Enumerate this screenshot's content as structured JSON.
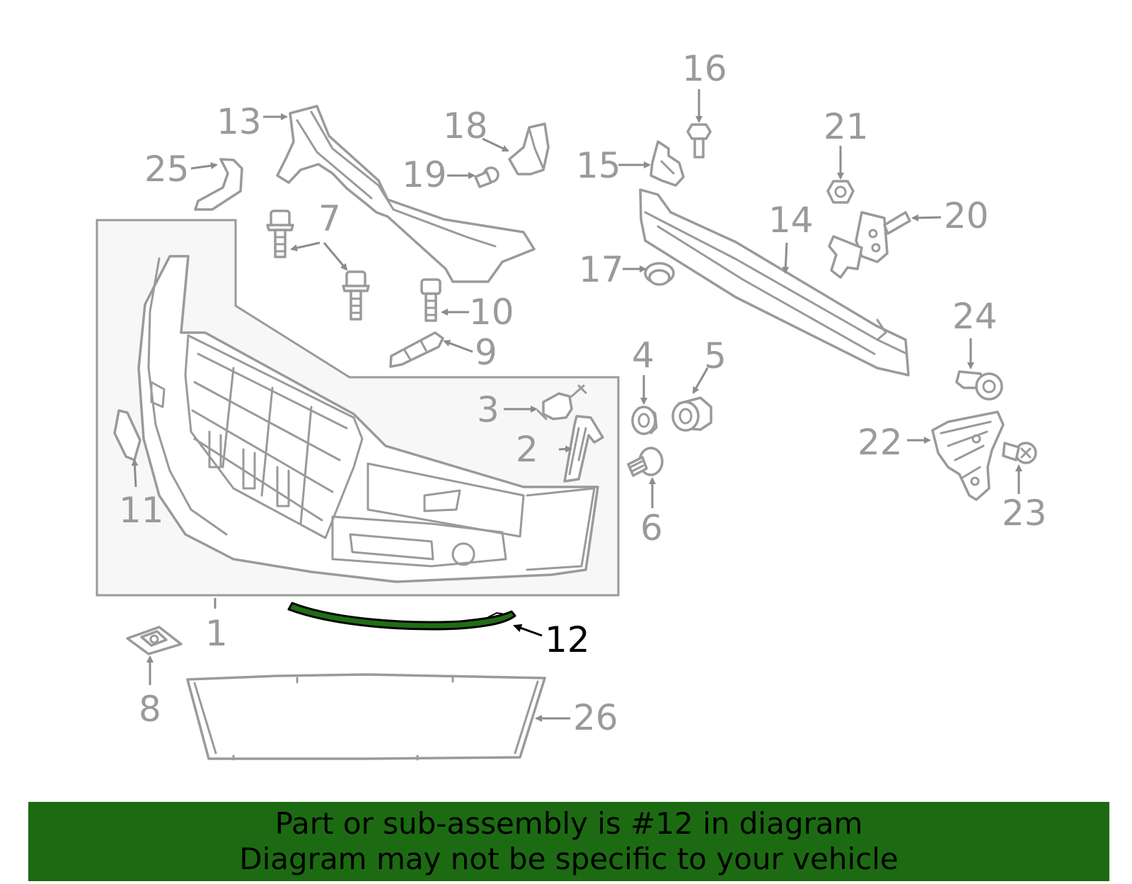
{
  "diagram": {
    "highlighted_part": "12",
    "colors": {
      "line": "#9a9a9a",
      "highlight_fill": "#1f6e14",
      "highlight_label": "#000000",
      "group_box_fill": "#f7f7f7",
      "banner": "#1c6b12"
    },
    "callouts": {
      "c1": "1",
      "c2": "2",
      "c3": "3",
      "c4": "4",
      "c5": "5",
      "c6": "6",
      "c7": "7",
      "c8": "8",
      "c9": "9",
      "c10": "10",
      "c11": "11",
      "c12": "12",
      "c13": "13",
      "c14": "14",
      "c15": "15",
      "c16": "16",
      "c17": "17",
      "c18": "18",
      "c19": "19",
      "c20": "20",
      "c21": "21",
      "c22": "22",
      "c23": "23",
      "c24": "24",
      "c25": "25",
      "c26": "26"
    }
  },
  "banner": {
    "line1": "Part or sub-assembly is #12 in diagram",
    "line2": "Diagram may not be specific to your vehicle"
  }
}
